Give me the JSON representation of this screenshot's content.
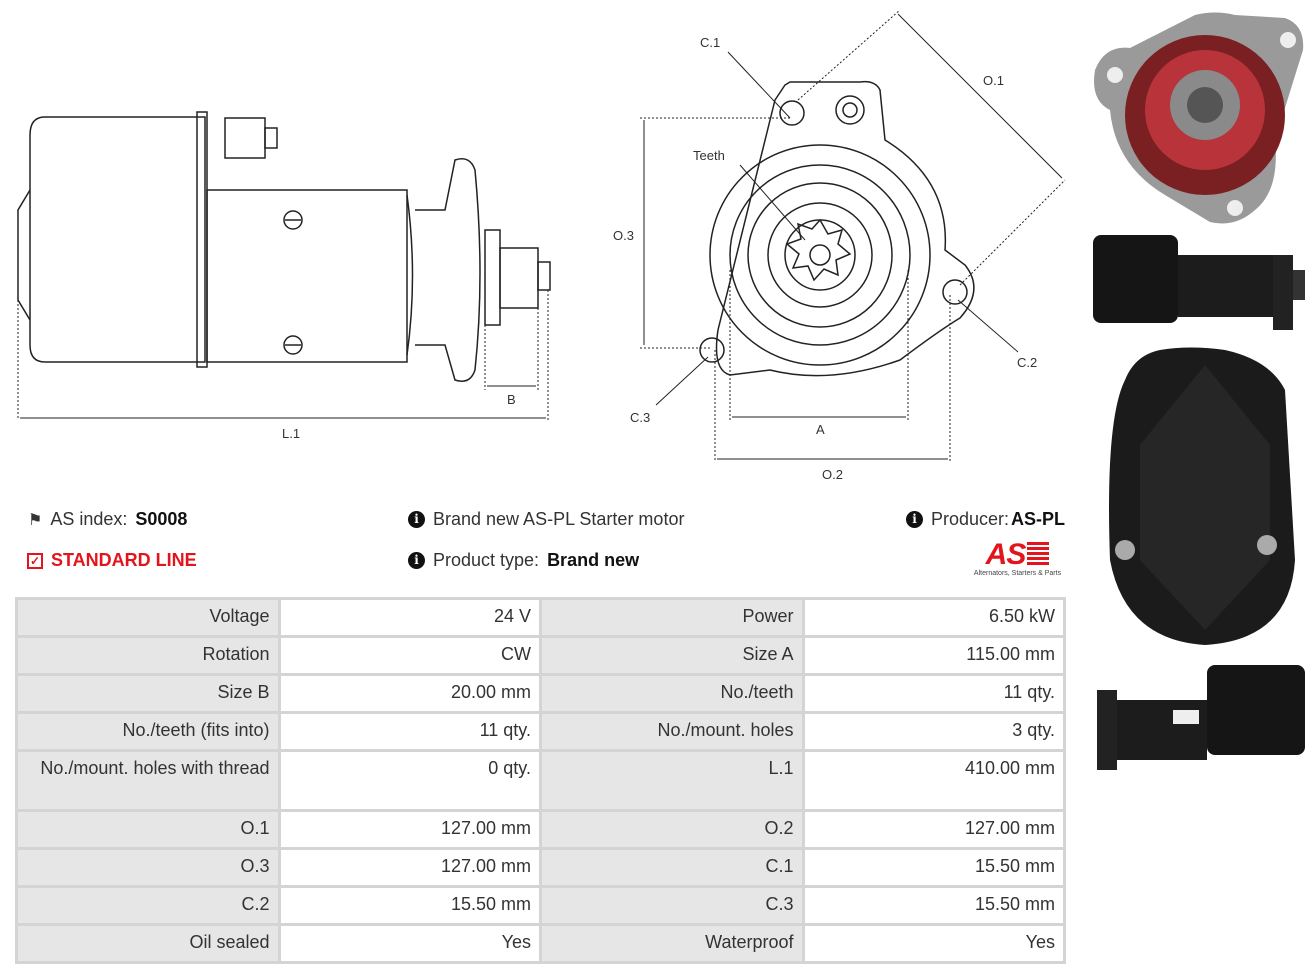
{
  "drawing_side": {
    "L1": "L.1",
    "B": "B"
  },
  "drawing_front": {
    "C1": "C.1",
    "O1": "O.1",
    "teeth": "Teeth",
    "O3": "O.3",
    "C2": "C.2",
    "C3": "C.3",
    "A": "A",
    "O2": "O.2"
  },
  "info": {
    "as_index_label": "AS index:",
    "as_index_value": "S0008",
    "line": "STANDARD LINE",
    "description": "Brand new AS-PL Starter motor",
    "product_type_label": "Product type:",
    "product_type_value": "Brand new",
    "producer_label": "Producer:",
    "producer_value": "AS-PL",
    "logo_text": "AS",
    "logo_tagline": "Alternators, Starters & Parts"
  },
  "colors": {
    "accent": "#e3141b",
    "label_bg": "#e6e6e6",
    "border": "#d4d4d4"
  },
  "specs": [
    [
      {
        "l": "Voltage",
        "v": "24 V"
      },
      {
        "l": "Power",
        "v": "6.50 kW"
      }
    ],
    [
      {
        "l": "Rotation",
        "v": "CW"
      },
      {
        "l": "Size A",
        "v": "115.00 mm"
      }
    ],
    [
      {
        "l": "Size B",
        "v": "20.00 mm"
      },
      {
        "l": "No./teeth",
        "v": "11 qty."
      }
    ],
    [
      {
        "l": "No./teeth (fits into)",
        "v": "11 qty."
      },
      {
        "l": "No./mount. holes",
        "v": "3 qty."
      }
    ],
    [
      {
        "l": "No./mount. holes with thread",
        "v": "0 qty."
      },
      {
        "l": "L.1",
        "v": "410.00 mm"
      }
    ],
    [
      {
        "l": "O.1",
        "v": "127.00 mm"
      },
      {
        "l": "O.2",
        "v": "127.00 mm"
      }
    ],
    [
      {
        "l": "O.3",
        "v": "127.00 mm"
      },
      {
        "l": "C.1",
        "v": "15.50 mm"
      }
    ],
    [
      {
        "l": "C.2",
        "v": "15.50 mm"
      },
      {
        "l": "C.3",
        "v": "15.50 mm"
      }
    ],
    [
      {
        "l": "Oil sealed",
        "v": "Yes"
      },
      {
        "l": "Waterproof",
        "v": "Yes"
      }
    ]
  ]
}
